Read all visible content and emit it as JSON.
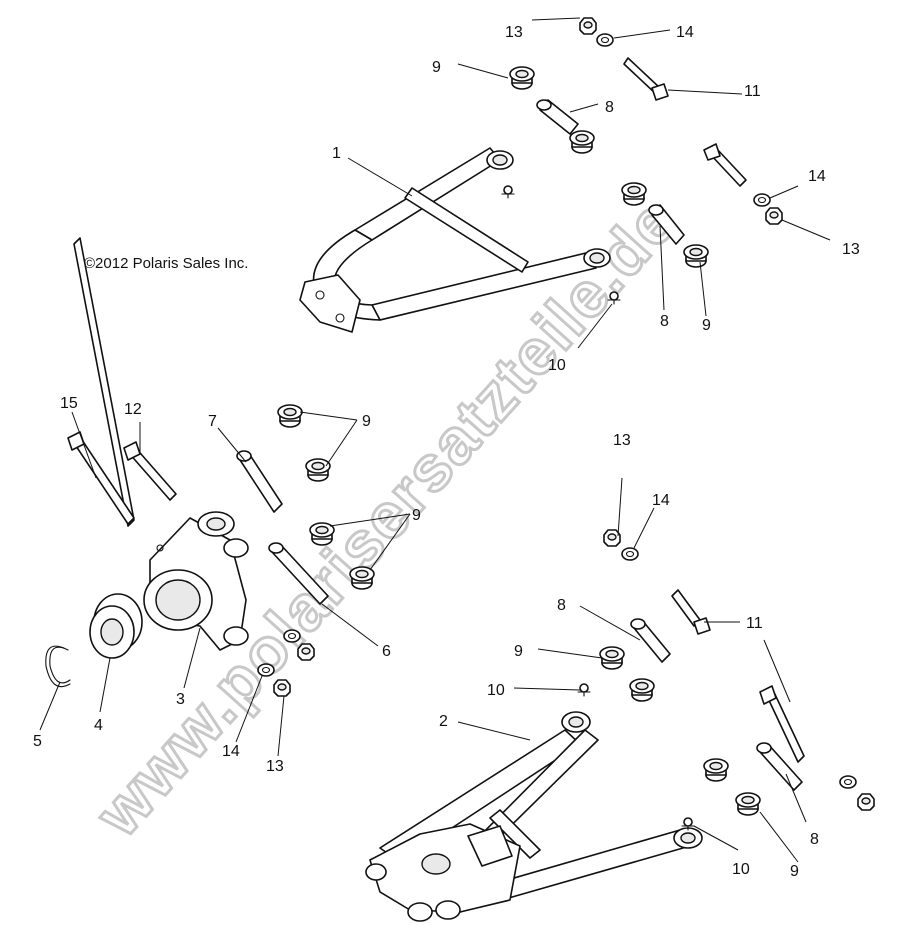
{
  "copyright": "©2012 Polaris Sales Inc.",
  "watermark": "www.polarisersatzteile.de",
  "callouts": [
    "1",
    "2",
    "3",
    "4",
    "5",
    "6",
    "7",
    "8",
    "9",
    "10",
    "11",
    "12",
    "13",
    "14",
    "15"
  ],
  "icons": {
    "upper_a_arm": "upper-a-arm-icon",
    "lower_a_arm": "lower-a-arm-icon",
    "bearing_carrier": "bearing-carrier-icon",
    "bearing": "bearing-icon",
    "retaining_ring": "retaining-ring-icon",
    "pivot_tube": "pivot-tube-icon",
    "bushing": "bushing-icon",
    "bolt": "bolt-icon",
    "washer": "washer-icon",
    "nut": "nut-icon",
    "grease_fitting": "grease-fitting-icon"
  }
}
